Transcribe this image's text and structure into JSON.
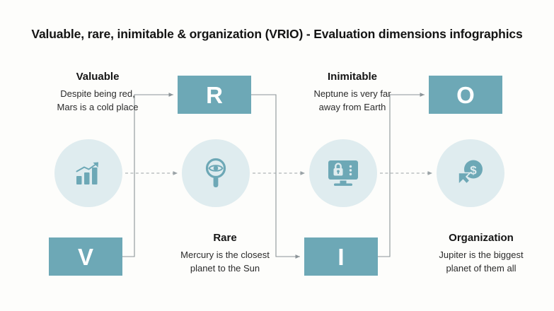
{
  "page": {
    "title": "Valuable, rare, inimitable & organization (VRIO) - Evaluation dimensions infographics",
    "background_color": "#fdfdfb"
  },
  "colors": {
    "box_fill": "#6da8b6",
    "box_letter": "#ffffff",
    "circle_fill": "#dfecef",
    "icon_fill": "#6da8b6",
    "connector_line": "#8c9498",
    "dashed_line": "#9aa2a6",
    "heading_text": "#141414",
    "body_text": "#2b2b2b"
  },
  "boxes": [
    {
      "id": "box-r",
      "letter": "R",
      "name": "rare"
    },
    {
      "id": "box-o",
      "letter": "O",
      "name": "organization"
    },
    {
      "id": "box-v",
      "letter": "V",
      "name": "valuable"
    },
    {
      "id": "box-i",
      "letter": "I",
      "name": "inimitable"
    }
  ],
  "sections": {
    "valuable": {
      "heading": "Valuable",
      "description": "Despite being red, Mars is a cold place",
      "description_line1": "Despite being red,",
      "description_line2": "Mars is a cold place",
      "icon": "bar-chart-growth-icon"
    },
    "rare": {
      "heading": "Rare",
      "description": "Mercury is the closest planet to the Sun",
      "description_line1": "Mercury is the closest",
      "description_line2": "planet to the Sun",
      "icon": "magnifier-eye-icon"
    },
    "inimitable": {
      "heading": "Inimitable",
      "description": "Neptune is very far away from Earth",
      "description_line1": "Neptune is very far",
      "description_line2": "away from Earth",
      "icon": "monitor-lock-icon"
    },
    "organization": {
      "heading": "Organization",
      "description": "Jupiter is the biggest planet of them all",
      "description_line1": "Jupiter is the biggest",
      "description_line2": "planet of them all",
      "icon": "dollar-coin-cursor-icon"
    }
  },
  "connectors": [
    {
      "name": "v-to-r",
      "from": "box-v",
      "to": "box-r",
      "style": "solid-arrow"
    },
    {
      "name": "r-to-i",
      "from": "box-r",
      "to": "box-i",
      "style": "solid-arrow"
    },
    {
      "name": "i-to-o",
      "from": "box-i",
      "to": "box-o",
      "style": "solid-arrow"
    },
    {
      "name": "circle-1-to-2",
      "from": "circle-1",
      "to": "circle-2",
      "style": "dashed-arrow"
    },
    {
      "name": "circle-2-to-3",
      "from": "circle-2",
      "to": "circle-3",
      "style": "dashed-arrow"
    },
    {
      "name": "circle-3-to-4",
      "from": "circle-3",
      "to": "circle-4",
      "style": "dashed-arrow"
    }
  ]
}
